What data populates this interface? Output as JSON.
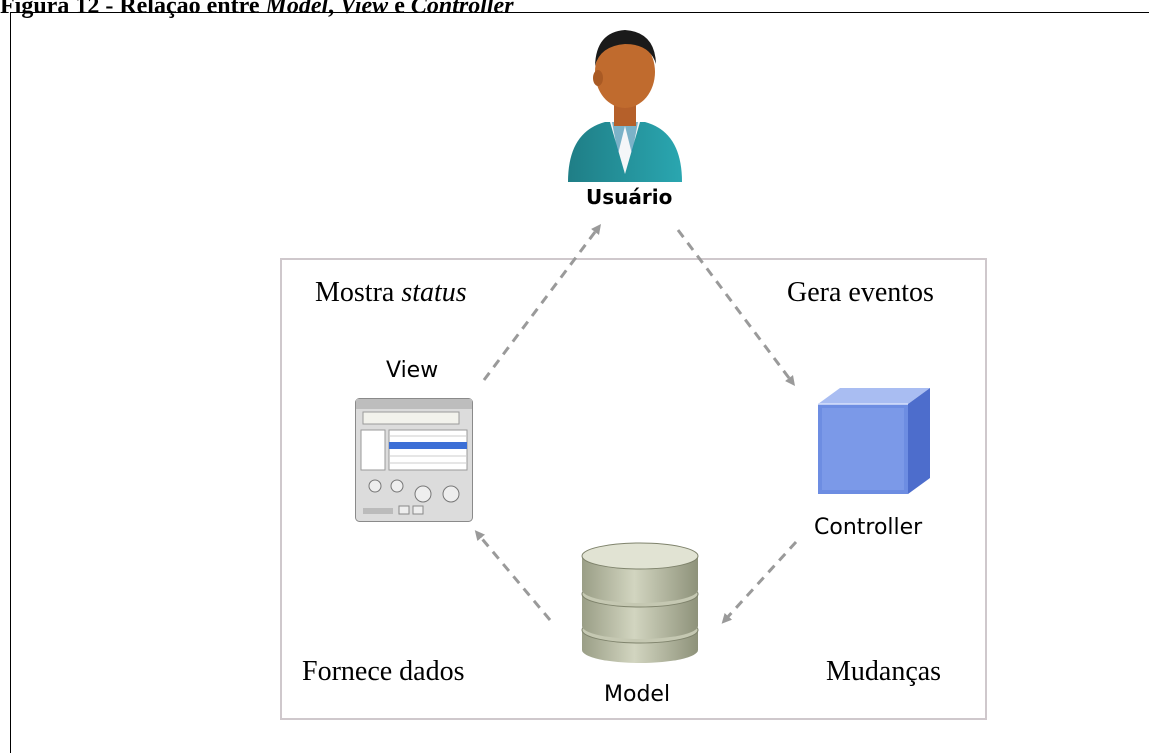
{
  "caption": {
    "prefix": "Figura 12 - Relação entre ",
    "model": "Model",
    "sep": ", ",
    "view": "View",
    "conj": " e ",
    "controller": "Controller"
  },
  "nodes": {
    "user": "Usuário",
    "view": "View",
    "controller": "Controller",
    "model": "Model"
  },
  "flows": {
    "show_status_prefix": "Mostra ",
    "show_status_em": "status",
    "events": "Gera eventos",
    "provides": "Fornece dados",
    "changes": "Mudanças"
  },
  "colors": {
    "arrow": "#9a9a9a",
    "frame": "#cfc8cc",
    "cube": "#6f8fe0",
    "db": "#b9bca4"
  }
}
